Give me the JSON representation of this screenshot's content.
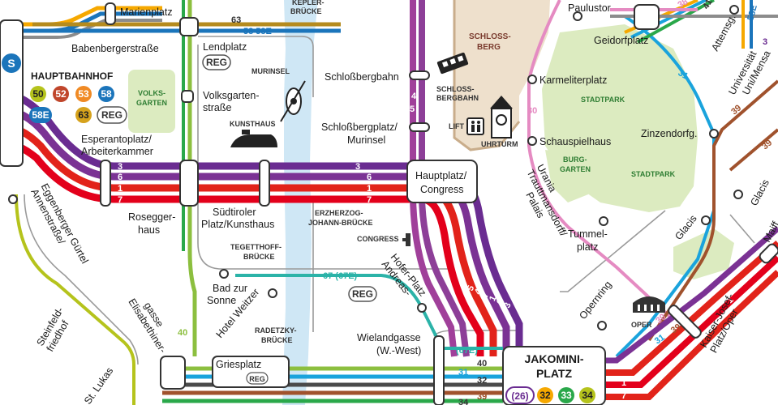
{
  "colors": {
    "line1": "#e2231a",
    "line3": "#6a2c91",
    "line4": "#8d3f98",
    "line5": "#a0409a",
    "line6": "#7b3294",
    "line7": "#e3001b",
    "line30": "#e58bc2",
    "line31": "#1aa3dc",
    "line32": "#4a4a4a",
    "line33": "#2aa84a",
    "line34": "#f6a800",
    "line39": "#a0522d",
    "line40": "#8cbf3f",
    "line41": "#8c8c8c",
    "line50": "#b5c31c",
    "line52": "#c0462b",
    "line53": "#f08a24",
    "line58": "#1b75bb",
    "line58E": "#1b75bb",
    "line63": "#b58b1e",
    "line67": "#2bb3a8",
    "river": "#cfe7f5",
    "park": "#dcebc0",
    "schlossberg": "#eee0cc"
  },
  "stops": {
    "marienplatz": "Marienplatz",
    "babenberger": "Babenbergerstraße",
    "lendplatz": "Lendplatz",
    "volksgarten": [
      "Volksgarten-",
      "straße"
    ],
    "hbf": "HAUPTBAHNHOF",
    "esperanto": [
      "Esperantoplatz/",
      "Arbeiterkammer"
    ],
    "roseggerhaus": [
      "Rosegger-",
      "haus"
    ],
    "suedtiroler": [
      "Südtiroler",
      "Platz/Kunsthaus"
    ],
    "annenstrasse": [
      "Annenstraße/",
      "Eggenberger Gürtel"
    ],
    "badzursonne": [
      "Bad zur",
      "Sonne"
    ],
    "hotelweitzer": "Hotel Weitzer",
    "elisabethiner": [
      "Elisabethiner-",
      "gasse"
    ],
    "steinfeld": [
      "Steinfeld-",
      "friedhof"
    ],
    "stlukas": "St. Lukas",
    "griesplatz": "Griesplatz",
    "schlossbergbahn": "Schloßbergbahn",
    "schlossbergplatz": [
      "Schloßbergplatz/",
      "Murinsel"
    ],
    "hauptplatz": [
      "Hauptplatz/",
      "Congress"
    ],
    "andreashofer": [
      "Andreas-",
      "Hofer-Platz"
    ],
    "wielandgasse": [
      "Wielandgasse",
      "(W.-West)"
    ],
    "jakomini": [
      "JAKOMINI-",
      "PLATZ"
    ],
    "paulustor": "Paulustor",
    "geidorfplatz": "Geidorfplatz",
    "karmeliter": "Karmeliterplatz",
    "schauspielhaus": "Schauspielhaus",
    "zinzendorf": "Zinzendorfg.",
    "palais": [
      "Palais",
      "Trauttmansdorff/",
      "Urania"
    ],
    "tummelplatz": [
      "Tummel-",
      "platz"
    ],
    "glacis": "Glacis",
    "opernring": "Opernring",
    "kaiserjosef": [
      "Kaiser-Josef-",
      "Platz/Oper"
    ],
    "attemsg": "Attemsg.",
    "universitaet": "Universität",
    "uni_mensa": "Uni/Mensa",
    "glacis2": "Glacis",
    "maiff": "Maiff"
  },
  "landmarks": {
    "schlossberg": [
      "SCHLOSS-",
      "BERG"
    ],
    "volksgarten": [
      "VOLKS-",
      "GARTEN"
    ],
    "stadtpark": "STADTPARK",
    "burggarten": [
      "BURG-",
      "GARTEN"
    ],
    "kunsthaus": "KUNSTHAUS",
    "murinsel": "MURINSEL",
    "keplerbruecke": [
      "KEPLER-",
      "BRÜCKE"
    ],
    "erzherzog": [
      "ERZHERZOG-",
      "JOHANN-BRÜCKE"
    ],
    "tegetthoff": [
      "TEGETTHOFF-",
      "BRÜCKE"
    ],
    "radetzky": [
      "RADETZKY-",
      "BRÜCKE"
    ],
    "congress": "CONGRESS",
    "lift": "LIFT",
    "uhrturm": "UHRTURM",
    "schlossbergbahn_lm": [
      "SCHLOSS-",
      "BERGBAHN"
    ],
    "oper": "OPER"
  },
  "badges": {
    "hbf": [
      "50",
      "52",
      "53",
      "58",
      "58E",
      "63"
    ],
    "reg": "REG",
    "jakomini": [
      "(26)",
      "32",
      "33",
      "34"
    ]
  },
  "line_numbers": {
    "top_63": "63",
    "top_58": "58 58E",
    "h3": "3",
    "h6": "6",
    "h1": "1",
    "h7": "7",
    "curve": [
      "5",
      "4",
      "7",
      "1",
      "6",
      "3"
    ],
    "v4": "4",
    "v5": "5",
    "l67": "67 (67E)",
    "l67e": "(67E)",
    "b40": "40",
    "b31": "31",
    "b32": "32",
    "b39": "39",
    "b34": "34",
    "v40": "40",
    "r30a": "30",
    "r30b": "30",
    "r31": "31",
    "r39a": "39",
    "r39b": "39",
    "r31b": "31",
    "r39c": "39",
    "r1": "1",
    "r7": "7",
    "r30c": "30",
    "tr38": "38",
    "tr41": "41",
    "tr58e": "58E",
    "tr3": "3"
  }
}
